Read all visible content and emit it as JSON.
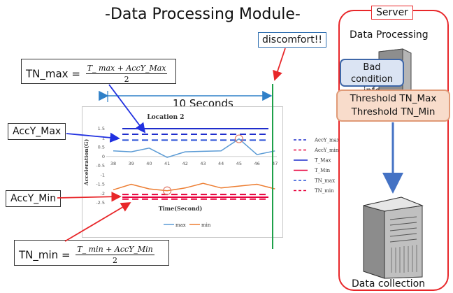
{
  "title": "-Data Processing Module-",
  "server": {
    "tag": "Server",
    "data_processing_label": "Data Processing",
    "bad_condition_line1": "Bad condition",
    "bad_condition_line2": "info",
    "threshold_max": "Threshold TN_Max",
    "threshold_min": "Threshold TN_Min",
    "data_collection_label": "Data collection"
  },
  "discomfort_label": "discomfort!!",
  "ten_seconds_label": "10 Seconds",
  "labels": {
    "accy_max": "AccY_Max",
    "accy_min": "AccY_Min"
  },
  "formulas": {
    "tn_max_lhs": "TN_max =",
    "tn_max_numerator": "T_ max + AccY_Max",
    "tn_max_denominator": "2",
    "tn_min_lhs": "TN_min =",
    "tn_min_numerator": "T_ min + AccY_Min",
    "tn_min_denominator": "2"
  },
  "colors": {
    "server_border": "#e8272a",
    "arrow_blue": "#2030e0",
    "arrow_red": "#e8272a",
    "discomfort_line": "#1ea04a",
    "max_series": "#5b9bd5",
    "min_series": "#ed7d31",
    "t_max_line": "#1f2dcc",
    "t_min_line": "#e8003c",
    "tn_max_line": "#2a50d6",
    "tn_min_line": "#e8003c",
    "flow_arrow": "#4472c4"
  },
  "chart_data": {
    "type": "line",
    "title": "Location 2",
    "xlabel": "Time(Second)",
    "ylabel": "Acceleration(G)",
    "categories": [
      "38",
      "39",
      "40",
      "41",
      "42",
      "43",
      "44",
      "45",
      "46",
      "47"
    ],
    "ylim": [
      -2.5,
      1.5
    ],
    "yticks": [
      "1.5",
      "1",
      "0.5",
      "0",
      "-0.5",
      "-1",
      "-1.5",
      "-2",
      "-2.5"
    ],
    "series": [
      {
        "name": "max",
        "values": [
          0.3,
          0.25,
          0.45,
          -0.05,
          0.25,
          0.28,
          0.3,
          0.95,
          0.1,
          0.3
        ]
      },
      {
        "name": "min",
        "values": [
          -1.8,
          -1.5,
          -1.75,
          -1.85,
          -1.7,
          -1.45,
          -1.7,
          -1.6,
          -1.5,
          -1.75
        ]
      }
    ],
    "threshold_lines": [
      {
        "name": "AccY_max",
        "value": 1.2,
        "style": "dashed"
      },
      {
        "name": "AccY_min",
        "value": -2.05,
        "style": "dashed"
      },
      {
        "name": "T_Max",
        "value": 1.5,
        "style": "solid"
      },
      {
        "name": "T_Min",
        "value": -2.2,
        "style": "solid"
      },
      {
        "name": "TN_max",
        "value": 0.88,
        "style": "dashed"
      },
      {
        "name": "TN_min",
        "value": -2.3,
        "style": "dashed"
      }
    ],
    "legend_position": "right",
    "highlight_points": [
      {
        "series": "max",
        "x": "45"
      },
      {
        "series": "min",
        "x": "41"
      }
    ]
  }
}
